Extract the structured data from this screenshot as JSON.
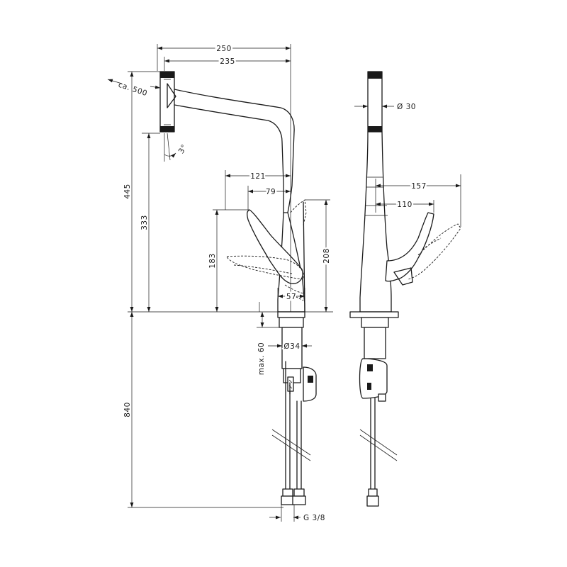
{
  "dimensions": {
    "d250": "250",
    "d235": "235",
    "ca500": "ca. 500",
    "angle3": "3°",
    "d445": "445",
    "d333": "333",
    "d121": "121",
    "d79": "79",
    "d183": "183",
    "d208": "208",
    "d57": "57",
    "max60": "max. 60",
    "dia34": "Ø34",
    "d840": "840",
    "g38": "G 3/8",
    "dia30": "Ø 30",
    "d157": "157",
    "d110": "110"
  }
}
